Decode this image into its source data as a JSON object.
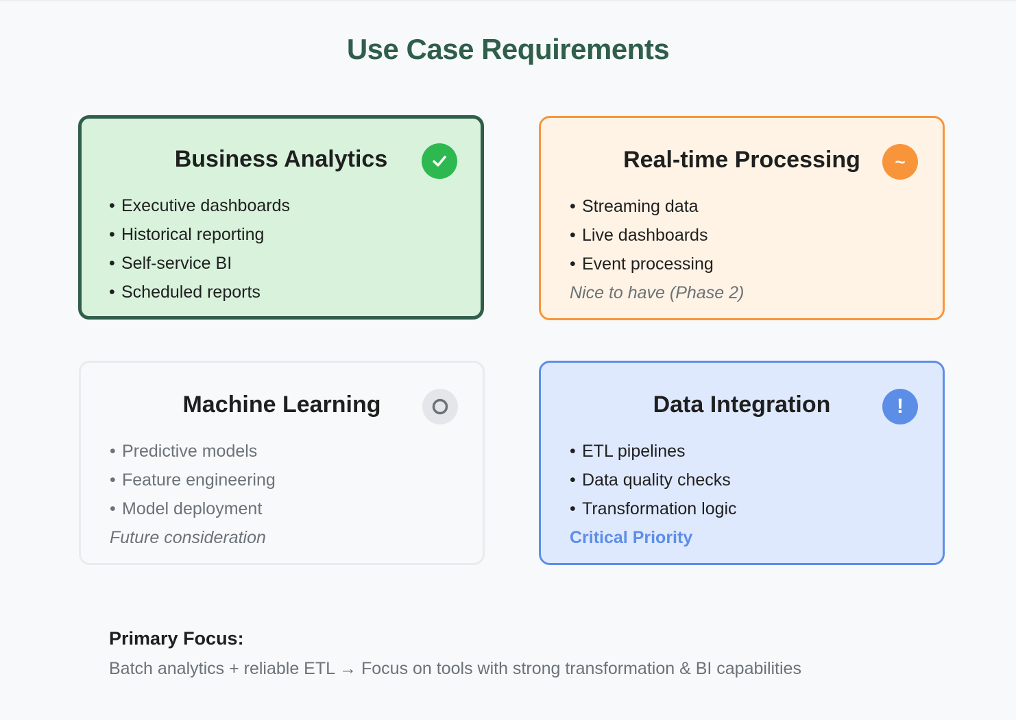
{
  "title": "Use Case Requirements",
  "cards": {
    "business_analytics": {
      "title": "Business Analytics",
      "badge_icon": "check-icon",
      "items": [
        "Executive dashboards",
        "Historical reporting",
        "Self-service BI",
        "Scheduled reports"
      ]
    },
    "realtime_processing": {
      "title": "Real-time Processing",
      "badge_icon": "tilde-icon",
      "badge_text": "~",
      "items": [
        "Streaming data",
        "Live dashboards",
        "Event processing"
      ],
      "note": "Nice to have (Phase 2)"
    },
    "machine_learning": {
      "title": "Machine Learning",
      "badge_icon": "circle-icon",
      "items": [
        "Predictive models",
        "Feature engineering",
        "Model deployment"
      ],
      "note": "Future consideration"
    },
    "data_integration": {
      "title": "Data Integration",
      "badge_icon": "exclamation-icon",
      "badge_text": "!",
      "items": [
        "ETL pipelines",
        "Data quality checks",
        "Transformation logic"
      ],
      "note": "Critical Priority"
    }
  },
  "focus": {
    "label": "Primary Focus:",
    "text": "Batch analytics + reliable ETL → Focus on tools with strong transformation & BI capabilities"
  },
  "colors": {
    "title": "#2f5e4b",
    "green_bg": "#d8f2dc",
    "green_border": "#2f5e4b",
    "green_badge": "#2db94f",
    "orange_bg": "#fff3e5",
    "orange_accent": "#f8953b",
    "grey_border": "#e9ebee",
    "blue_bg": "#dfe9fd",
    "blue_accent": "#5d8ee7"
  }
}
